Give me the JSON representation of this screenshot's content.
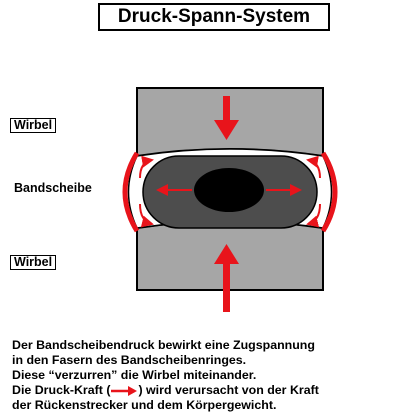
{
  "title": "Druck-Spann-System",
  "labels": {
    "upper_vertebra": "Wirbel",
    "disc": "Bandscheibe",
    "lower_vertebra": "Wirbel"
  },
  "caption": {
    "line1": "Der Bandscheibendruck bewirkt eine Zugspannung",
    "line2": "in den Fasern des Bandscheibenringes.",
    "line3": "Diese “verzurren” die Wirbel miteinander.",
    "line4_before": "Die Druck-Kraft (",
    "line4_after": ") wird verursacht von der Kraft",
    "line5": "der Rückenstrecker und dem Körpergewicht."
  },
  "colors": {
    "vertebra": "#a6a6a6",
    "disc_ring": "#4d4d4d",
    "nucleus": "#000000",
    "force": "#e8141b"
  }
}
